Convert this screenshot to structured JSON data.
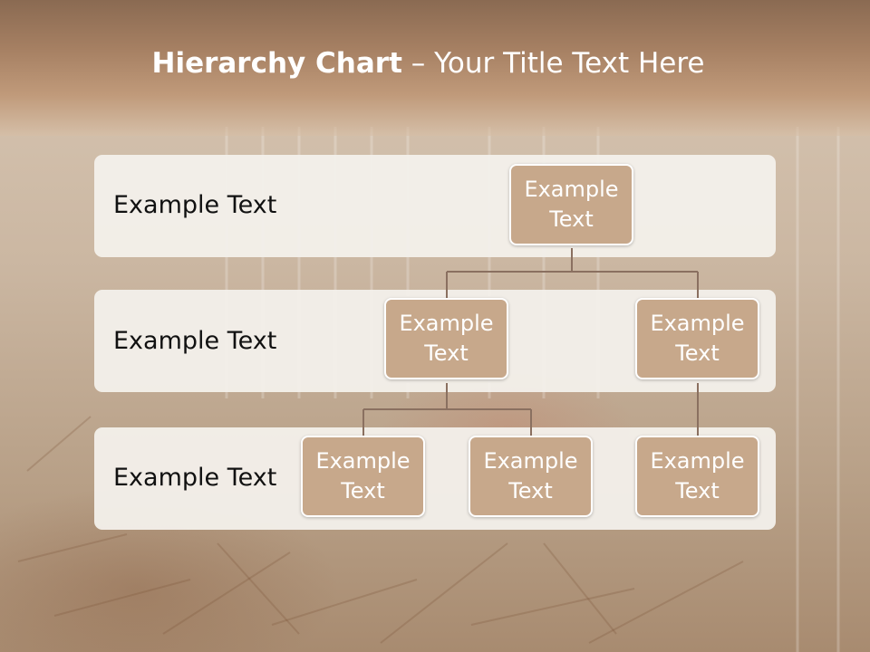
{
  "slide": {
    "title_bold": "Hierarchy Chart",
    "title_rest": " – Your Title Text Here"
  },
  "levels": [
    {
      "label": "Example Text"
    },
    {
      "label": "Example Text"
    },
    {
      "label": "Example Text"
    }
  ],
  "nodes": {
    "root": "Example Text",
    "mid_left": "Example Text",
    "mid_right": "Example Text",
    "bottom_left": "Example Text",
    "bottom_center": "Example Text",
    "bottom_right": "Example Text"
  },
  "colors": {
    "node_fill": "#c7a88b",
    "band_fill": "#f3f0eb",
    "header": "#a57f62",
    "connector": "#8a7060"
  }
}
